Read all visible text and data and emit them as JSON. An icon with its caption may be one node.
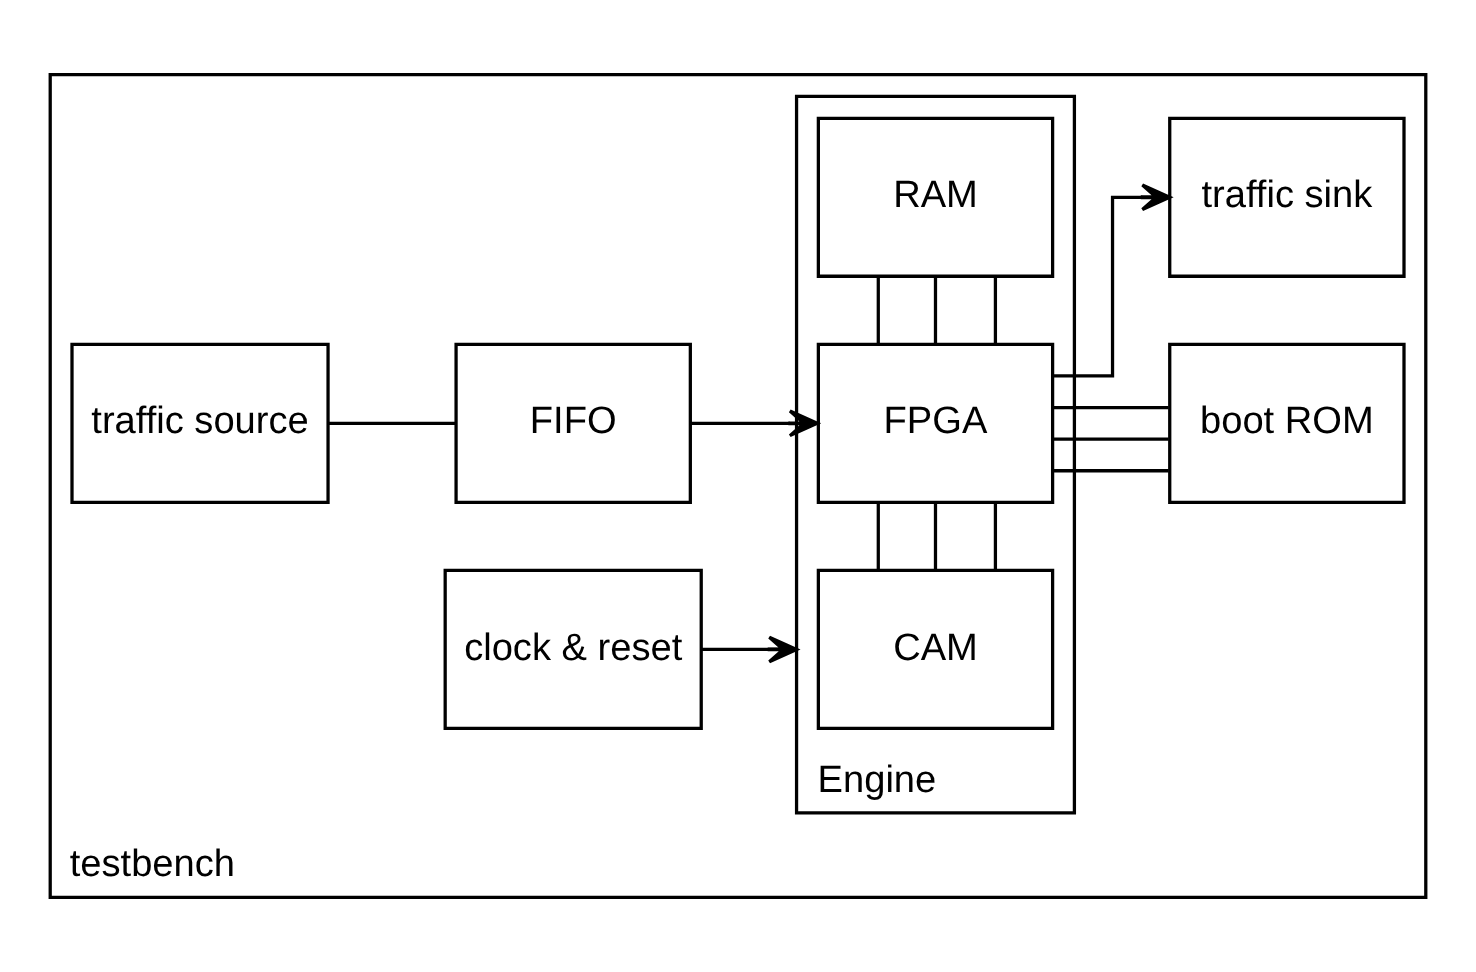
{
  "diagram": {
    "nodes": [
      {
        "text": [
          "testbench"
        ]
      },
      {
        "text": [
          "traffic source"
        ],
        "in": 0
      },
      {
        "text": [
          "FIFO"
        ],
        "in": 0
      },
      {
        "text": [
          "clock & reset"
        ],
        "in": 0
      },
      {
        "text": [
          "Engine"
        ],
        "in": 0
      },
      {
        "text": [
          "CAM"
        ],
        "in": 4
      },
      {
        "text": [
          "FPGA"
        ],
        "in": 4
      },
      {
        "text": [
          "RAM"
        ],
        "in": 4
      },
      {
        "text": [
          "boot ROM"
        ],
        "in": 0
      },
      {
        "text": [
          "traffic sink"
        ],
        "in": 0
      }
    ],
    "edges": [
      {
        "from": 1,
        "to": 2,
        "arrow": "none"
      },
      {
        "from": 2,
        "to": 6,
        "arrow": "to"
      },
      {
        "from": 3,
        "to": 4,
        "arrow": "to"
      },
      {
        "from": 5,
        "to": 6,
        "arrow": "none"
      },
      {
        "from": 5,
        "to": 6,
        "arrow": "none"
      },
      {
        "from": 5,
        "to": 6,
        "arrow": "none"
      },
      {
        "from": 6,
        "to": 7,
        "arrow": "none"
      },
      {
        "from": 6,
        "to": 7,
        "arrow": "none"
      },
      {
        "from": 6,
        "to": 7,
        "arrow": "none"
      },
      {
        "from": 6,
        "to": 8,
        "arrow": "none"
      },
      {
        "from": 6,
        "to": 8,
        "arrow": "none"
      },
      {
        "from": 6,
        "to": 8,
        "arrow": "none"
      },
      {
        "from": 6,
        "to": 9,
        "arrow": "to"
      }
    ]
  }
}
